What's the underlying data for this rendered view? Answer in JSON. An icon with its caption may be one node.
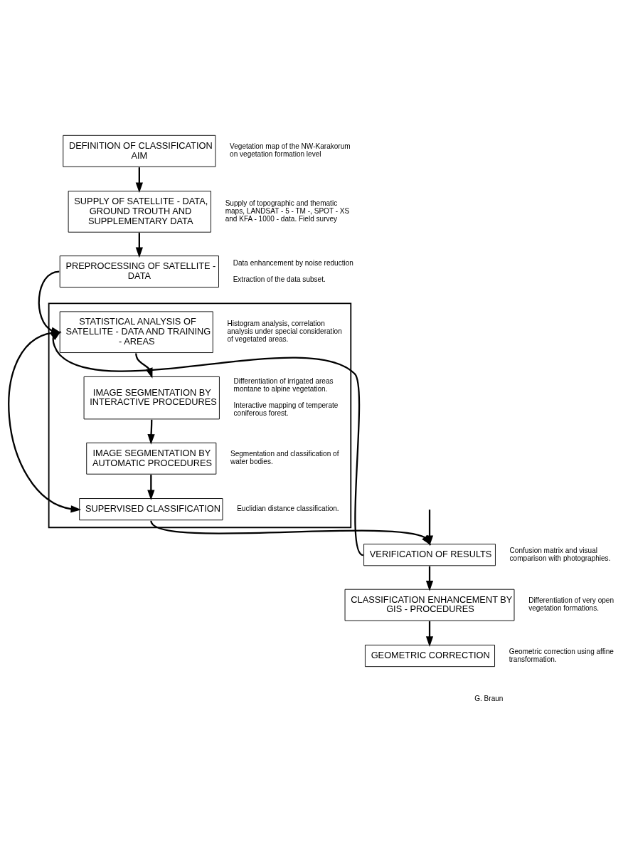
{
  "diagram": {
    "nodes": [
      {
        "text": [
          "DEFINITION OF CLASSIFICATION AIM"
        ],
        "beside": [
          "Vegetation map of the NW-Karakorum on vegetation formation level"
        ]
      },
      {
        "text": [
          "SUPPLY OF SATELLITE - DATA, GROUND TROUTH AND SUPPLEMENTARY DATA"
        ],
        "beside": [
          "Supply of topographic and thematic maps, LANDSAT - 5 - TM -, SPOT - XS and KFA - 1000 - data. Field survey"
        ]
      },
      {
        "text": [
          "PREPROCESSING OF SATELLITE - DATA"
        ],
        "beside": [
          "Data enhancement by noise reduction",
          "Extraction of the data subset."
        ]
      },
      {
        "text": [],
        "shape": "box"
      },
      {
        "text": [
          "STATISTICAL ANALYSIS OF SATELLITE - DATA AND TRAINING - AREAS"
        ],
        "in": 3,
        "beside": [
          "Histogram analysis, correlation analysis under special consideration of vegetated areas."
        ]
      },
      {
        "text": [
          "IMAGE SEGMENTATION BY INTERACTIVE PROCEDURES"
        ],
        "in": 3,
        "beside": [
          "Differentiation of irrigated areas montane to alpine vegetation.",
          "Interactive mapping of temperate coniferous forest."
        ]
      },
      {
        "text": [
          "IMAGE SEGMENTATION BY AUTOMATIC PROCEDURES"
        ],
        "in": 3,
        "beside": [
          "Segmentation and classification of water bodies."
        ]
      },
      {
        "text": [
          "SUPERVISED CLASSIFICATION"
        ],
        "in": 3,
        "beside": [
          "Euclidian distance classification."
        ]
      },
      {
        "text": [
          "VERIFICATION OF RESULTS"
        ],
        "beside": [
          "Confusion matrix and visual comparison with photographies."
        ]
      },
      {
        "text": [
          "CLASSIFICATION ENHANCEMENT BY GIS - PROCEDURES"
        ],
        "beside": [
          "Differentiation of very open vegetation formations."
        ]
      },
      {
        "text": [
          "GEOMETRIC CORRECTION"
        ],
        "beside": [
          "Geometric correction using affine transformation."
        ]
      }
    ],
    "edges": [
      {
        "from": 0,
        "to": 1,
        "arrow": "to"
      },
      {
        "from": 1,
        "to": 2,
        "arrow": "to"
      },
      {
        "from": 2,
        "to": 4,
        "arrow": "to"
      },
      {
        "from": 4,
        "to": 5,
        "arrow": "to"
      },
      {
        "from": 5,
        "to": 6,
        "arrow": "to"
      },
      {
        "from": 6,
        "to": 7,
        "arrow": "to"
      },
      {
        "from": 7,
        "to": 8,
        "arrow": "to"
      },
      {
        "from": 4,
        "to": 7,
        "arrow": "to"
      },
      {
        "from": null,
        "to": 8,
        "arrow": "to"
      },
      {
        "from": 8,
        "to": 4,
        "arrow": "to"
      },
      {
        "from": 8,
        "to": 9,
        "arrow": "to"
      },
      {
        "from": 9,
        "to": 10,
        "arrow": "to"
      }
    ],
    "labels": [
      "G. Braun"
    ]
  }
}
